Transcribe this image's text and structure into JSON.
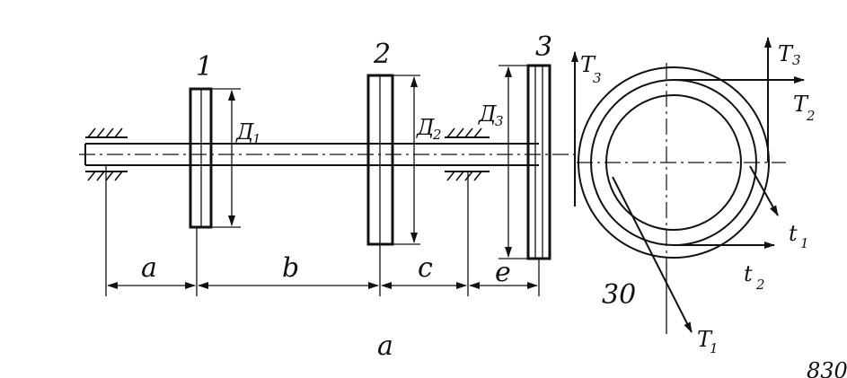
{
  "labels": {
    "pulley_1": "1",
    "pulley_2": "2",
    "pulley_3": "3",
    "diameter_1": "Д",
    "diameter_1_sub": "1",
    "diameter_2": "Д",
    "diameter_2_sub": "2",
    "diameter_3": "Д",
    "diameter_3_sub": "3",
    "dim_a": "a",
    "dim_b": "b",
    "dim_c": "c",
    "dim_e": "e",
    "caption": "a",
    "force_T3_left": "T",
    "force_T3_left_sub": "3",
    "force_T3_right": "T",
    "force_T3_right_sub": "3",
    "force_T2": "T",
    "force_T2_sub": "2",
    "force_t1": "t",
    "force_t1_sub": "1",
    "force_t2": "t",
    "force_t2_sub": "2",
    "force_T1": "T",
    "force_T1_sub": "1",
    "angle": "30",
    "corner": "830"
  }
}
